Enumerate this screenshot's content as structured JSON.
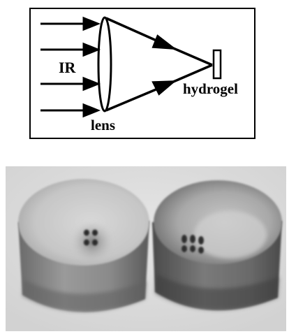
{
  "diagram": {
    "labels": {
      "ir": "IR",
      "lens": "lens",
      "hydrogel": "hydrogel"
    },
    "colors": {
      "stroke": "#000000",
      "background": "#ffffff"
    }
  },
  "photo": {
    "subject": "two cylindrical hydrogel samples with dark dot marks",
    "colors": {
      "backdrop": "#dedede",
      "sample_top": "#cfcfcf",
      "sample_side": "#8a8a8a",
      "dots": "#2a2a2a"
    }
  }
}
